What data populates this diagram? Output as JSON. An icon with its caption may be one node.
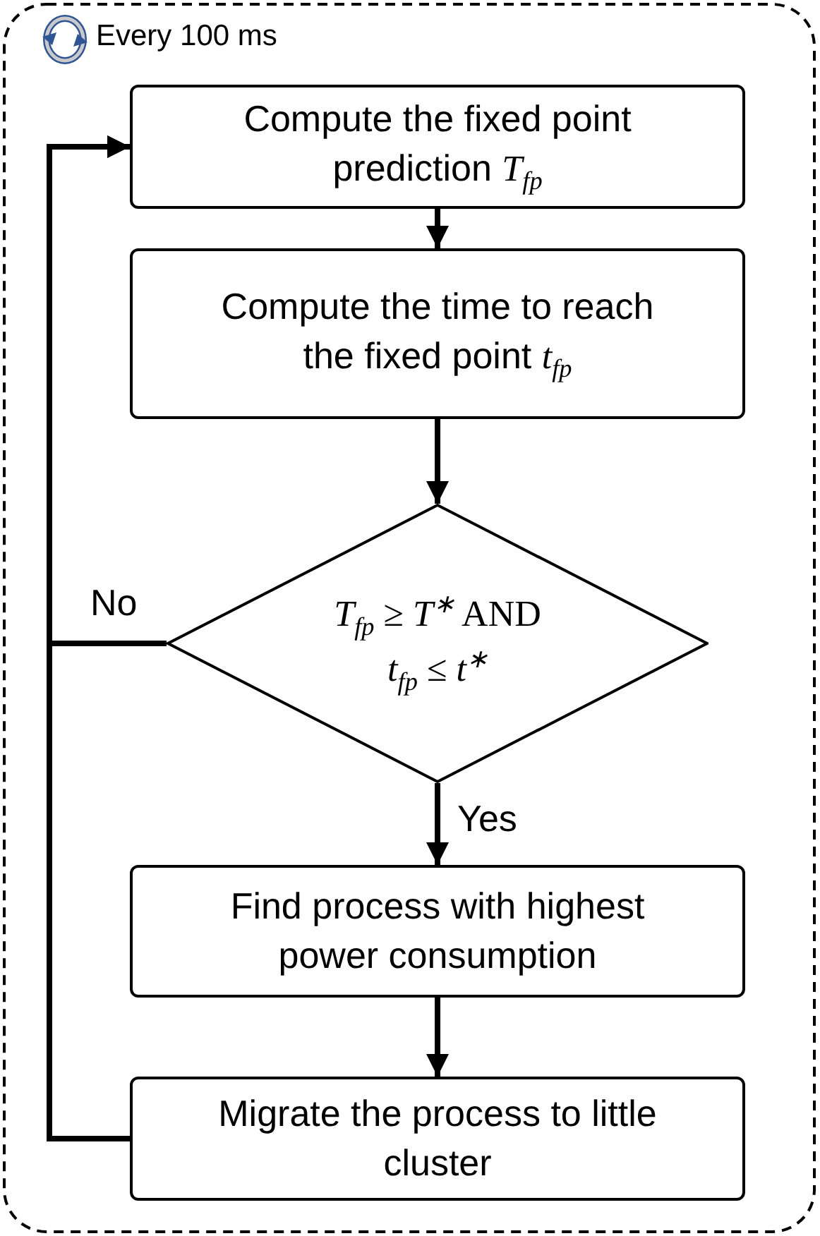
{
  "diagram": {
    "nodes": [
      {
        "text": [
          "Every 100 ms"
        ]
      },
      {
        "text": [
          "Compute the fixed point prediction *T*$_{fp}$"
        ],
        "in": 0
      },
      {
        "text": [
          "Compute the time to reach the fixed point *t*$_{fp}$"
        ],
        "in": 0
      },
      {
        "text": [
          "*T*$_{fp}$ ≥ *T*$^{∗}$ AND *t*$_{fp}$ ≤ *t*$^{∗}$"
        ],
        "in": 0
      },
      {
        "text": [
          "Find process with highest power consumption"
        ],
        "in": 0
      },
      {
        "text": [
          "Migrate the process to little cluster"
        ],
        "in": 0
      }
    ],
    "edges": [
      {
        "from": 1,
        "to": 2,
        "arrow": "to"
      },
      {
        "from": 2,
        "to": 3,
        "arrow": "to"
      },
      {
        "from": 3,
        "to": 1,
        "arrow": "to",
        "label": "No"
      },
      {
        "from": 3,
        "to": 4,
        "arrow": "to",
        "label": "Yes"
      },
      {
        "from": 4,
        "to": 5,
        "arrow": "to"
      },
      {
        "from": 5,
        "to": 1,
        "arrow": "to"
      }
    ]
  }
}
